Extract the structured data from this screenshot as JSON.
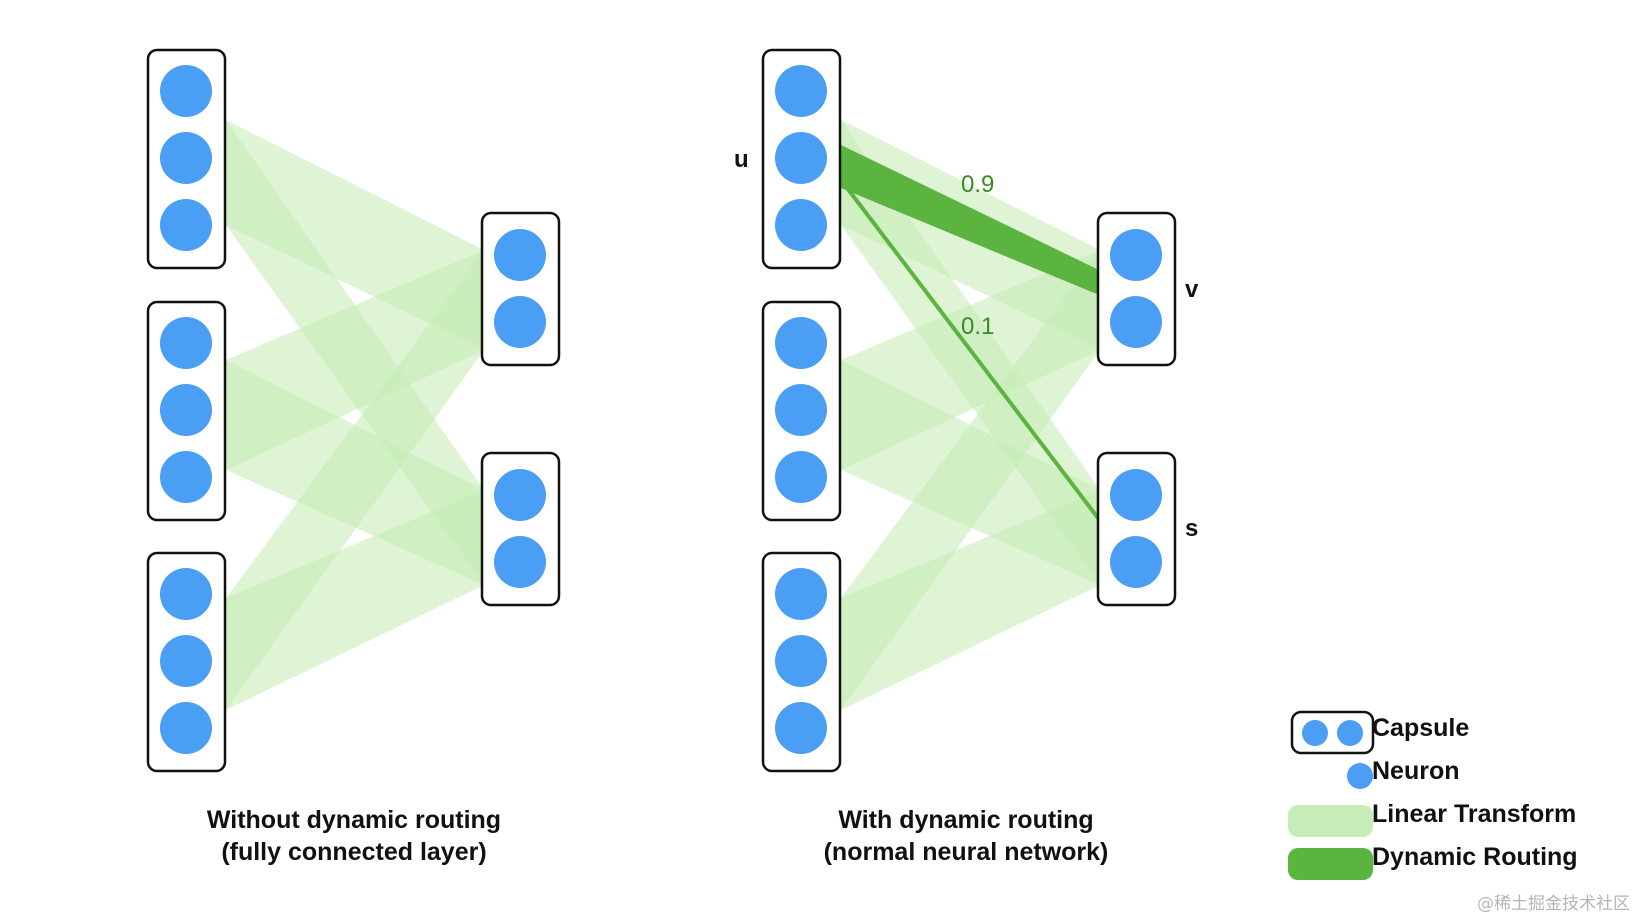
{
  "captions": {
    "left_line1": "Without dynamic routing",
    "left_line2": "(fully connected layer)",
    "right_line1": "With dynamic routing",
    "right_line2": "(normal neural network)"
  },
  "labels": {
    "u": "u",
    "v": "v",
    "s": "s",
    "weight_high": "0.9",
    "weight_low": "0.1"
  },
  "legend": {
    "capsule": "Capsule",
    "neuron": "Neuron",
    "linear_transform": "Linear Transform",
    "dynamic_routing": "Dynamic Routing"
  },
  "colors": {
    "neuron": "#4a9ef4",
    "linear_transform": "#c6ecb7",
    "dynamic_routing": "#5cb440",
    "capsule_border": "#111111"
  },
  "watermark": "@稀土掘金技术社区"
}
